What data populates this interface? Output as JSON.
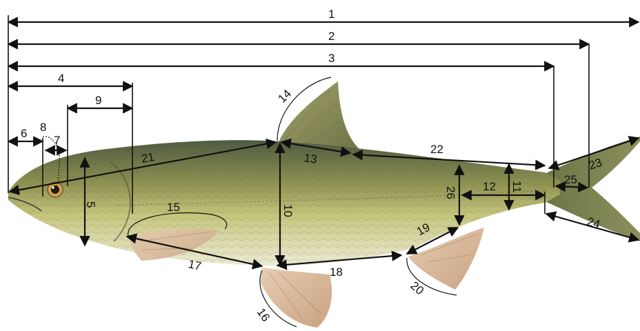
{
  "diagram": {
    "labels": {
      "m1": "1",
      "m2": "2",
      "m3": "3",
      "m4": "4",
      "m5": "5",
      "m6": "6",
      "m7": "7",
      "m8": "8",
      "m9": "9",
      "m10": "10",
      "m11": "11",
      "m12": "12",
      "m13": "13",
      "m14": "14",
      "m15": "15",
      "m16": "16",
      "m17": "17",
      "m18": "18",
      "m19": "19",
      "m20": "20",
      "m21": "21",
      "m22": "22",
      "m23": "23",
      "m24": "24",
      "m25": "25",
      "m26": "26"
    },
    "colors": {
      "body_back": "#5c6b4c",
      "body_mid": "#b7b46a",
      "belly": "#e6e6c8",
      "fin_dorsal": "#8a8a5a",
      "fin_ventral": "#d9b79a",
      "line": "#111111"
    }
  }
}
